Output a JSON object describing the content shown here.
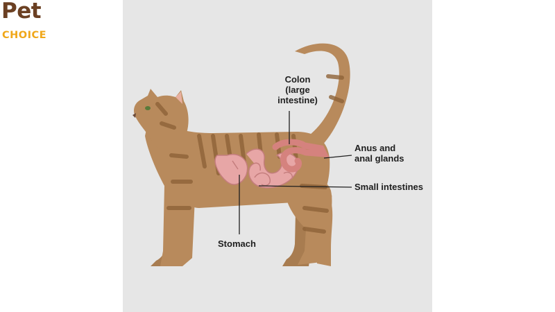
{
  "logo": {
    "line1": "Pet",
    "line2": "CHOICE"
  },
  "labels": {
    "colon": "Colon\n(large\nintestine)",
    "anus": "Anus and\nanal glands",
    "small_intestines": "Small intestines",
    "stomach": "Stomach"
  },
  "colors": {
    "background": "#e6e6e6",
    "fur": "#b88a5c",
    "stripes": "#8e6338",
    "organs": "#e7a6a6",
    "logo_brown": "#6b4023",
    "logo_orange": "#f0a719"
  }
}
